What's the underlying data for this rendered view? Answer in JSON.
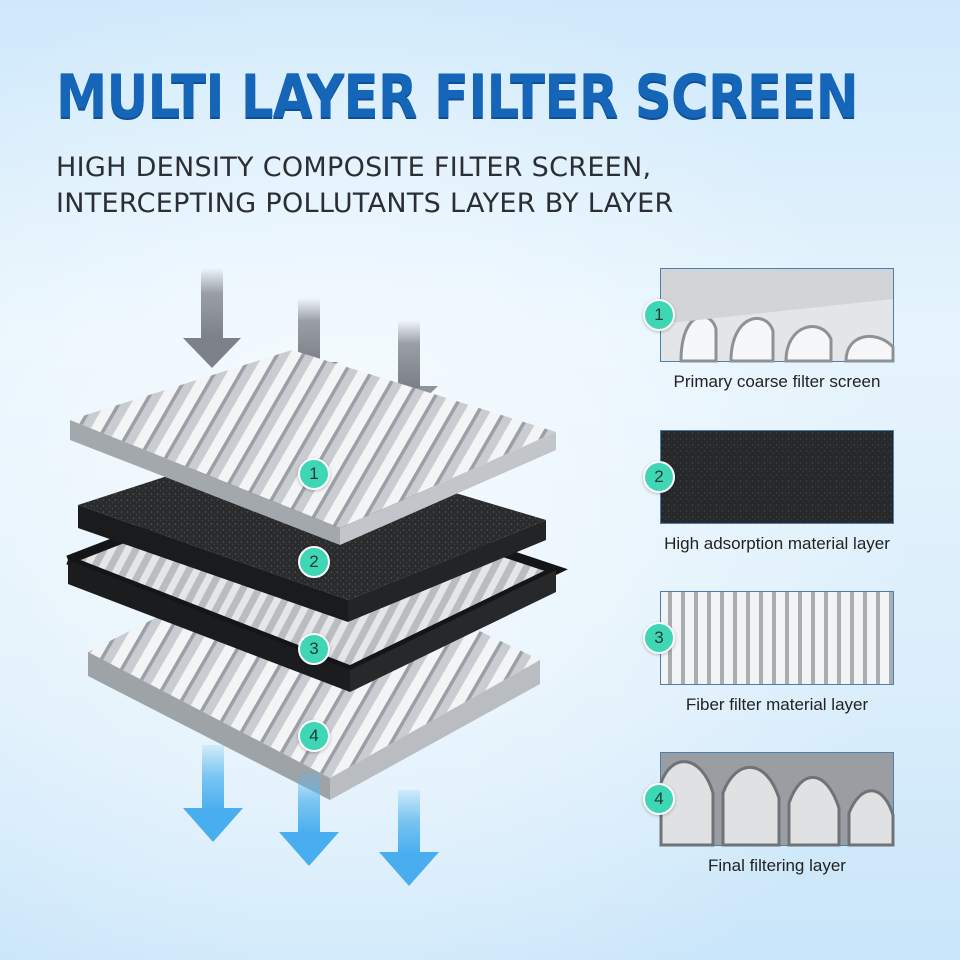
{
  "title": "MULTI LAYER FILTER SCREEN",
  "subtitle": {
    "line1": "HIGH DENSITY COMPOSITE FILTER SCREEN,",
    "line2": "INTERCEPTING POLLUTANTS LAYER BY LAYER"
  },
  "stack_badges": [
    "1",
    "2",
    "3",
    "4"
  ],
  "layers": [
    {
      "number": "1",
      "caption": "Primary coarse filter screen"
    },
    {
      "number": "2",
      "caption": "High adsorption material layer"
    },
    {
      "number": "3",
      "caption": "Fiber filter material layer"
    },
    {
      "number": "4",
      "caption": "Final filtering layer"
    }
  ],
  "colors": {
    "title": "#1565b8",
    "badge": "#3ed6b4",
    "arrow_in": "#8a8f95",
    "arrow_out": "#5bb8ee"
  }
}
